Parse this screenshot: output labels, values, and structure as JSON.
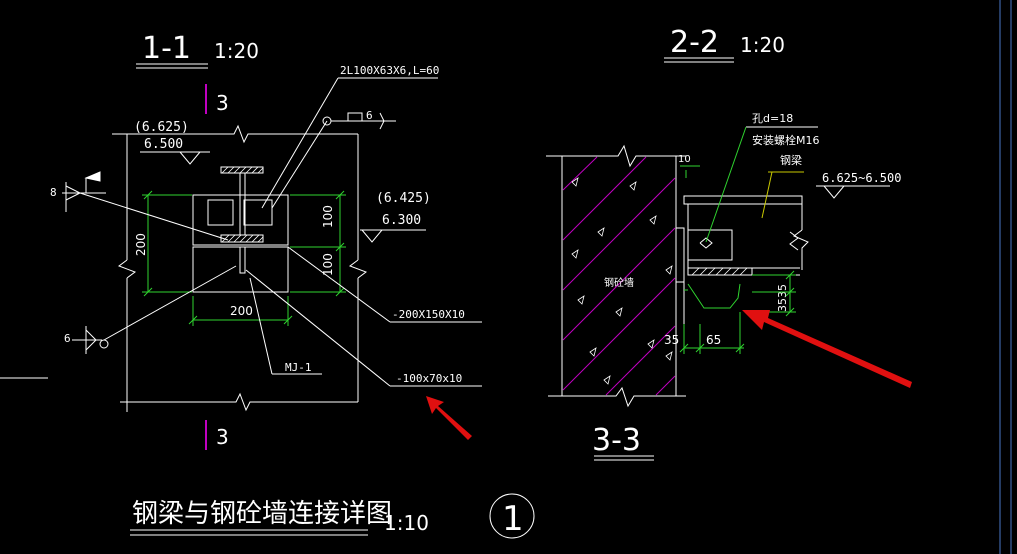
{
  "colors": {
    "background": "#000000",
    "line": "#ffffff",
    "dimension": "#2fd32f",
    "hatch": "#c000c0",
    "arrow": "#e01010"
  },
  "section_1_1": {
    "title": "1-1",
    "scale": "1:20",
    "cut_mark_top": "3",
    "cut_mark_bottom": "3",
    "angle_label": "2L100X63X6,L=60",
    "weld_size_top": "6",
    "elev_top_a": "(6.625)",
    "elev_top_b": "6.500",
    "elev_mid_a": "(6.425)",
    "elev_mid_b": "6.300",
    "weld_left_size": "8",
    "weld_bottom_size": "6",
    "dim_200_vertical": "200",
    "dim_100_upper": "100",
    "dim_100_lower": "100",
    "dim_200_horizontal": "200",
    "plate_label_1": "-200X150X10",
    "plate_label_2": "-100x70x10",
    "embed_label": "MJ-1"
  },
  "section_2_2": {
    "title": "2-2",
    "scale": "1:20",
    "hole_label": "孔d=18",
    "bolt_label": "安装螺栓M16",
    "beam_label": "钢梁",
    "elev_range": "6.625~6.500",
    "wall_label": "钢砼墙",
    "dim_10": "10",
    "dim_35_35": "3535",
    "dim_35": "35",
    "dim_65": "65"
  },
  "section_3_3": {
    "title": "3-3"
  },
  "drawing_title": {
    "text": "钢梁与钢砼墙连接详图",
    "scale": "1:10",
    "number": "1"
  }
}
